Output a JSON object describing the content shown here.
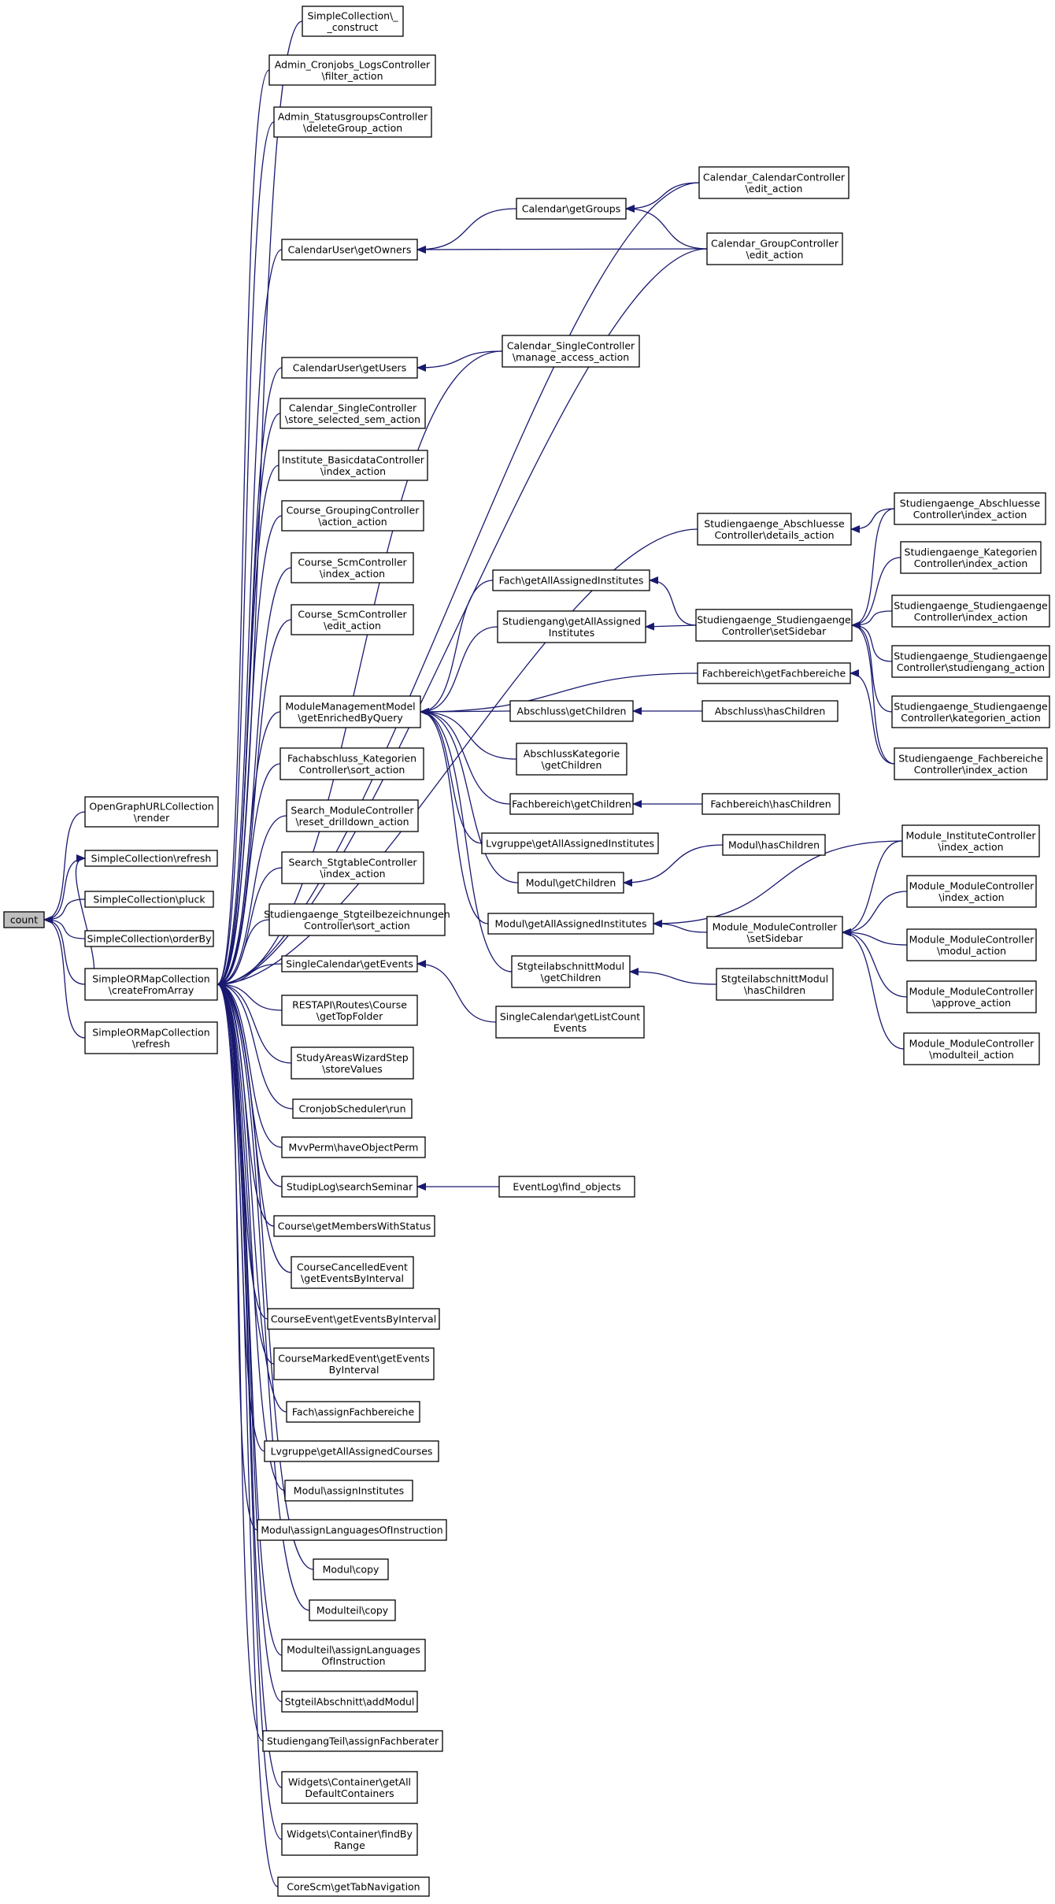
{
  "graph": {
    "colors": {
      "edge": "#191970",
      "arrow": "#191970",
      "node_border": "#000000",
      "root_fill": "#bfbfbf",
      "node_fill": "#ffffff"
    },
    "nodes": [
      {
        "id": "count",
        "lines": [
          "count"
        ],
        "root": true
      },
      {
        "id": "og_render",
        "lines": [
          "OpenGraphURLCollection",
          "\\render"
        ]
      },
      {
        "id": "sc_refresh",
        "lines": [
          "SimpleCollection\\refresh"
        ]
      },
      {
        "id": "sc_pluck",
        "lines": [
          "SimpleCollection\\pluck"
        ]
      },
      {
        "id": "sc_orderby",
        "lines": [
          "SimpleCollection\\orderBy"
        ]
      },
      {
        "id": "sorm_create",
        "lines": [
          "SimpleORMapCollection",
          "\\createFromArray"
        ]
      },
      {
        "id": "sorm_refresh",
        "lines": [
          "SimpleORMapCollection",
          "\\refresh"
        ]
      },
      {
        "id": "sc_construct",
        "lines": [
          "SimpleCollection\\_",
          "_construct"
        ]
      },
      {
        "id": "admin_cron",
        "lines": [
          "Admin_Cronjobs_LogsController",
          "\\filter_action"
        ]
      },
      {
        "id": "admin_status",
        "lines": [
          "Admin_StatusgroupsController",
          "\\deleteGroup_action"
        ]
      },
      {
        "id": "caluser_owners",
        "lines": [
          "CalendarUser\\getOwners"
        ]
      },
      {
        "id": "caluser_users",
        "lines": [
          "CalendarUser\\getUsers"
        ]
      },
      {
        "id": "cal_single_store",
        "lines": [
          "Calendar_SingleController",
          "\\store_selected_sem_action"
        ]
      },
      {
        "id": "inst_basic",
        "lines": [
          "Institute_BasicdataController",
          "\\index_action"
        ]
      },
      {
        "id": "course_grouping",
        "lines": [
          "Course_GroupingController",
          "\\action_action"
        ]
      },
      {
        "id": "course_scm_index",
        "lines": [
          "Course_ScmController",
          "\\index_action"
        ]
      },
      {
        "id": "course_scm_edit",
        "lines": [
          "Course_ScmController",
          "\\edit_action"
        ]
      },
      {
        "id": "mmm_enriched",
        "lines": [
          "ModuleManagementModel",
          "\\getEnrichedByQuery"
        ]
      },
      {
        "id": "fachab_sort",
        "lines": [
          "Fachabschluss_Kategorien",
          "Controller\\sort_action"
        ]
      },
      {
        "id": "search_module",
        "lines": [
          "Search_ModuleController",
          "\\reset_drilldown_action"
        ]
      },
      {
        "id": "search_stgtable",
        "lines": [
          "Search_StgtableController",
          "\\index_action"
        ]
      },
      {
        "id": "stud_stgteil_sort",
        "lines": [
          "Studiengaenge_Stgteilbezeichnungen",
          "Controller\\sort_action"
        ]
      },
      {
        "id": "singlecal_events",
        "lines": [
          "SingleCalendar\\getEvents"
        ]
      },
      {
        "id": "restapi_topfolder",
        "lines": [
          "RESTAPI\\Routes\\Course",
          "\\getTopFolder"
        ]
      },
      {
        "id": "studyareas_store",
        "lines": [
          "StudyAreasWizardStep",
          "\\storeValues"
        ]
      },
      {
        "id": "cron_run",
        "lines": [
          "CronjobScheduler\\run"
        ]
      },
      {
        "id": "mvvperm",
        "lines": [
          "MvvPerm\\haveObjectPerm"
        ]
      },
      {
        "id": "studiplog_search",
        "lines": [
          "StudipLog\\searchSeminar"
        ]
      },
      {
        "id": "course_members",
        "lines": [
          "Course\\getMembersWithStatus"
        ]
      },
      {
        "id": "course_cancelled",
        "lines": [
          "CourseCancelledEvent",
          "\\getEventsByInterval"
        ]
      },
      {
        "id": "course_event_interval",
        "lines": [
          "CourseEvent\\getEventsByInterval"
        ]
      },
      {
        "id": "course_marked",
        "lines": [
          "CourseMarkedEvent\\getEvents",
          "ByInterval"
        ]
      },
      {
        "id": "fach_assign_fb",
        "lines": [
          "Fach\\assignFachbereiche"
        ]
      },
      {
        "id": "lvgruppe_courses",
        "lines": [
          "Lvgruppe\\getAllAssignedCourses"
        ]
      },
      {
        "id": "modul_assign_inst",
        "lines": [
          "Modul\\assignInstitutes"
        ]
      },
      {
        "id": "modul_assign_lang",
        "lines": [
          "Modul\\assignLanguagesOfInstruction"
        ]
      },
      {
        "id": "modul_copy",
        "lines": [
          "Modul\\copy"
        ]
      },
      {
        "id": "modulteil_copy",
        "lines": [
          "Modulteil\\copy"
        ]
      },
      {
        "id": "modulteil_lang",
        "lines": [
          "Modulteil\\assignLanguages",
          "OfInstruction"
        ]
      },
      {
        "id": "stgteilab_add",
        "lines": [
          "StgteilAbschnitt\\addModul"
        ]
      },
      {
        "id": "stgteil_fachberater",
        "lines": [
          "StudiengangTeil\\assignFachberater"
        ]
      },
      {
        "id": "widgets_default",
        "lines": [
          "Widgets\\Container\\getAll",
          "DefaultContainers"
        ]
      },
      {
        "id": "widgets_range",
        "lines": [
          "Widgets\\Container\\findBy",
          "Range"
        ]
      },
      {
        "id": "corescm_tab",
        "lines": [
          "CoreScm\\getTabNavigation"
        ]
      },
      {
        "id": "cal_getgroups",
        "lines": [
          "Calendar\\getGroups"
        ]
      },
      {
        "id": "cal_single_manage",
        "lines": [
          "Calendar_SingleController",
          "\\manage_access_action"
        ]
      },
      {
        "id": "stud_abschl_details",
        "lines": [
          "Studiengaenge_Abschluesse",
          "Controller\\details_action"
        ]
      },
      {
        "id": "fach_inst",
        "lines": [
          "Fach\\getAllAssignedInstitutes"
        ]
      },
      {
        "id": "studiengang_inst",
        "lines": [
          "Studiengang\\getAllAssigned",
          "Institutes"
        ]
      },
      {
        "id": "fachbereich_getfb",
        "lines": [
          "Fachbereich\\getFachbereiche"
        ]
      },
      {
        "id": "abschluss_children",
        "lines": [
          "Abschluss\\getChildren"
        ]
      },
      {
        "id": "abschlusskat_children",
        "lines": [
          "AbschlussKategorie",
          "\\getChildren"
        ]
      },
      {
        "id": "fachbereich_children",
        "lines": [
          "Fachbereich\\getChildren"
        ]
      },
      {
        "id": "lvgruppe_inst",
        "lines": [
          "Lvgruppe\\getAllAssignedInstitutes"
        ]
      },
      {
        "id": "modul_children",
        "lines": [
          "Modul\\getChildren"
        ]
      },
      {
        "id": "modul_inst",
        "lines": [
          "Modul\\getAllAssignedInstitutes"
        ]
      },
      {
        "id": "stgteilab_children",
        "lines": [
          "StgteilabschnittModul",
          "\\getChildren"
        ]
      },
      {
        "id": "singlecal_count",
        "lines": [
          "SingleCalendar\\getListCount",
          "Events"
        ]
      },
      {
        "id": "eventlog_find",
        "lines": [
          "EventLog\\find_objects"
        ]
      },
      {
        "id": "cal_calendar_edit",
        "lines": [
          "Calendar_CalendarController",
          "\\edit_action"
        ]
      },
      {
        "id": "cal_group_edit",
        "lines": [
          "Calendar_GroupController",
          "\\edit_action"
        ]
      },
      {
        "id": "stud_stud_sidebar",
        "lines": [
          "Studiengaenge_Studiengaenge",
          "Controller\\setSidebar"
        ]
      },
      {
        "id": "abschluss_has",
        "lines": [
          "Abschluss\\hasChildren"
        ]
      },
      {
        "id": "fachbereich_has",
        "lines": [
          "Fachbereich\\hasChildren"
        ]
      },
      {
        "id": "modul_has",
        "lines": [
          "Modul\\hasChildren"
        ]
      },
      {
        "id": "module_mod_sidebar",
        "lines": [
          "Module_ModuleController",
          "\\setSidebar"
        ]
      },
      {
        "id": "stgteilab_has",
        "lines": [
          "StgteilabschnittModul",
          "\\hasChildren"
        ]
      },
      {
        "id": "stud_abschl_index",
        "lines": [
          "Studiengaenge_Abschluesse",
          "Controller\\index_action"
        ]
      },
      {
        "id": "stud_kat_index",
        "lines": [
          "Studiengaenge_Kategorien",
          "Controller\\index_action"
        ]
      },
      {
        "id": "stud_stud_index",
        "lines": [
          "Studiengaenge_Studiengaenge",
          "Controller\\index_action"
        ]
      },
      {
        "id": "stud_stud_studiengang",
        "lines": [
          "Studiengaenge_Studiengaenge",
          "Controller\\studiengang_action"
        ]
      },
      {
        "id": "stud_stud_kategorien",
        "lines": [
          "Studiengaenge_Studiengaenge",
          "Controller\\kategorien_action"
        ]
      },
      {
        "id": "stud_fb_index",
        "lines": [
          "Studiengaenge_Fachbereiche",
          "Controller\\index_action"
        ]
      },
      {
        "id": "module_inst_index",
        "lines": [
          "Module_InstituteController",
          "\\index_action"
        ]
      },
      {
        "id": "module_mod_index",
        "lines": [
          "Module_ModuleController",
          "\\index_action"
        ]
      },
      {
        "id": "module_mod_modul",
        "lines": [
          "Module_ModuleController",
          "\\modul_action"
        ]
      },
      {
        "id": "module_mod_approve",
        "lines": [
          "Module_ModuleController",
          "\\approve_action"
        ]
      },
      {
        "id": "module_mod_modulteil",
        "lines": [
          "Module_ModuleController",
          "\\modulteil_action"
        ]
      }
    ],
    "edges": [
      [
        "og_render",
        "count"
      ],
      [
        "sc_refresh",
        "count"
      ],
      [
        "sc_pluck",
        "count"
      ],
      [
        "sc_orderby",
        "count"
      ],
      [
        "sorm_create",
        "count"
      ],
      [
        "sorm_refresh",
        "count"
      ],
      [
        "sorm_create",
        "sc_refresh"
      ],
      [
        "sc_construct",
        "sorm_create"
      ],
      [
        "admin_cron",
        "sorm_create"
      ],
      [
        "admin_status",
        "sorm_create"
      ],
      [
        "cal_calendar_edit",
        "sorm_create"
      ],
      [
        "caluser_owners",
        "sorm_create"
      ],
      [
        "cal_group_edit",
        "sorm_create"
      ],
      [
        "cal_single_manage",
        "sorm_create"
      ],
      [
        "caluser_users",
        "sorm_create"
      ],
      [
        "cal_single_store",
        "sorm_create"
      ],
      [
        "inst_basic",
        "sorm_create"
      ],
      [
        "course_grouping",
        "sorm_create"
      ],
      [
        "course_scm_index",
        "sorm_create"
      ],
      [
        "course_scm_edit",
        "sorm_create"
      ],
      [
        "stud_abschl_details",
        "sorm_create"
      ],
      [
        "mmm_enriched",
        "sorm_create"
      ],
      [
        "fachab_sort",
        "sorm_create"
      ],
      [
        "search_module",
        "sorm_create"
      ],
      [
        "search_stgtable",
        "sorm_create"
      ],
      [
        "stud_stgteil_sort",
        "sorm_create"
      ],
      [
        "singlecal_events",
        "sorm_create"
      ],
      [
        "restapi_topfolder",
        "sorm_create"
      ],
      [
        "studyareas_store",
        "sorm_create"
      ],
      [
        "cron_run",
        "sorm_create"
      ],
      [
        "mvvperm",
        "sorm_create"
      ],
      [
        "studiplog_search",
        "sorm_create"
      ],
      [
        "course_members",
        "sorm_create"
      ],
      [
        "course_cancelled",
        "sorm_create"
      ],
      [
        "course_event_interval",
        "sorm_create"
      ],
      [
        "course_marked",
        "sorm_create"
      ],
      [
        "fach_assign_fb",
        "sorm_create"
      ],
      [
        "lvgruppe_courses",
        "sorm_create"
      ],
      [
        "modul_assign_inst",
        "sorm_create"
      ],
      [
        "modul_assign_lang",
        "sorm_create"
      ],
      [
        "modul_copy",
        "sorm_create"
      ],
      [
        "modulteil_copy",
        "sorm_create"
      ],
      [
        "modulteil_lang",
        "sorm_create"
      ],
      [
        "stgteilab_add",
        "sorm_create"
      ],
      [
        "stgteil_fachberater",
        "sorm_create"
      ],
      [
        "widgets_default",
        "sorm_create"
      ],
      [
        "widgets_range",
        "sorm_create"
      ],
      [
        "corescm_tab",
        "sorm_create"
      ],
      [
        "cal_getgroups",
        "caluser_owners"
      ],
      [
        "cal_group_edit",
        "caluser_owners"
      ],
      [
        "cal_calendar_edit",
        "cal_getgroups"
      ],
      [
        "cal_group_edit",
        "cal_getgroups"
      ],
      [
        "cal_single_manage",
        "caluser_users"
      ],
      [
        "fach_inst",
        "mmm_enriched"
      ],
      [
        "studiengang_inst",
        "mmm_enriched"
      ],
      [
        "fachbereich_getfb",
        "mmm_enriched"
      ],
      [
        "abschluss_children",
        "mmm_enriched"
      ],
      [
        "abschlusskat_children",
        "mmm_enriched"
      ],
      [
        "fachbereich_children",
        "mmm_enriched"
      ],
      [
        "lvgruppe_inst",
        "mmm_enriched"
      ],
      [
        "modul_children",
        "mmm_enriched"
      ],
      [
        "modul_inst",
        "mmm_enriched"
      ],
      [
        "stgteilab_children",
        "mmm_enriched"
      ],
      [
        "stud_abschl_index",
        "stud_abschl_details"
      ],
      [
        "stud_stud_sidebar",
        "fach_inst"
      ],
      [
        "stud_stud_sidebar",
        "studiengang_inst"
      ],
      [
        "stud_abschl_index",
        "stud_stud_sidebar"
      ],
      [
        "stud_kat_index",
        "stud_stud_sidebar"
      ],
      [
        "stud_stud_index",
        "stud_stud_sidebar"
      ],
      [
        "stud_stud_studiengang",
        "stud_stud_sidebar"
      ],
      [
        "stud_stud_kategorien",
        "stud_stud_sidebar"
      ],
      [
        "stud_fb_index",
        "stud_stud_sidebar"
      ],
      [
        "stud_fb_index",
        "fachbereich_getfb"
      ],
      [
        "abschluss_has",
        "abschluss_children"
      ],
      [
        "fachbereich_has",
        "fachbereich_children"
      ],
      [
        "modul_has",
        "modul_children"
      ],
      [
        "module_mod_sidebar",
        "modul_inst"
      ],
      [
        "module_inst_index",
        "modul_inst"
      ],
      [
        "module_inst_index",
        "module_mod_sidebar"
      ],
      [
        "module_mod_index",
        "module_mod_sidebar"
      ],
      [
        "module_mod_modul",
        "module_mod_sidebar"
      ],
      [
        "module_mod_approve",
        "module_mod_sidebar"
      ],
      [
        "module_mod_modulteil",
        "module_mod_sidebar"
      ],
      [
        "stgteilab_has",
        "stgteilab_children"
      ],
      [
        "singlecal_count",
        "singlecal_events"
      ],
      [
        "eventlog_find",
        "studiplog_search"
      ]
    ]
  }
}
